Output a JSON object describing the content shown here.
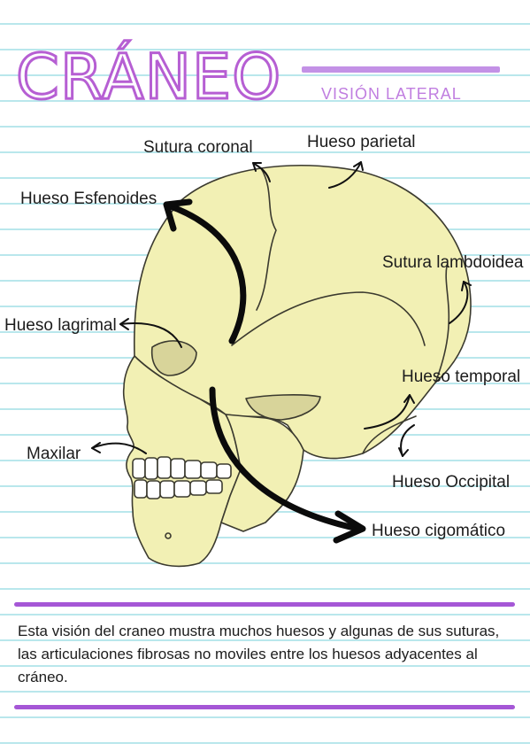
{
  "header": {
    "title": "CRÁNEO",
    "subtitle": "VISIÓN LATERAL"
  },
  "labels": {
    "sutura_coronal": "Sutura coronal",
    "hueso_parietal": "Hueso parietal",
    "hueso_esfenoides": "Hueso Esfenoides",
    "sutura_lambdoidea": "Sutura lambdoidea",
    "hueso_lagrimal": "Hueso lagrimal",
    "hueso_temporal": "Hueso temporal",
    "maxilar": "Maxilar",
    "hueso_occipital": "Hueso Occipital",
    "hueso_cigomatico": "Hueso cigomático"
  },
  "caption": {
    "text": "Esta visión del craneo mustra muchos huesos y algunas de sus suturas, las articulaciones fibrosas no moviles entre los huesos adyacentes al cráneo."
  },
  "colors": {
    "title_purple": "#b65fd3",
    "bar_purple": "#a557d6",
    "skull_fill": "#f2f0b4",
    "notebook_line": "#b9e7ec"
  }
}
